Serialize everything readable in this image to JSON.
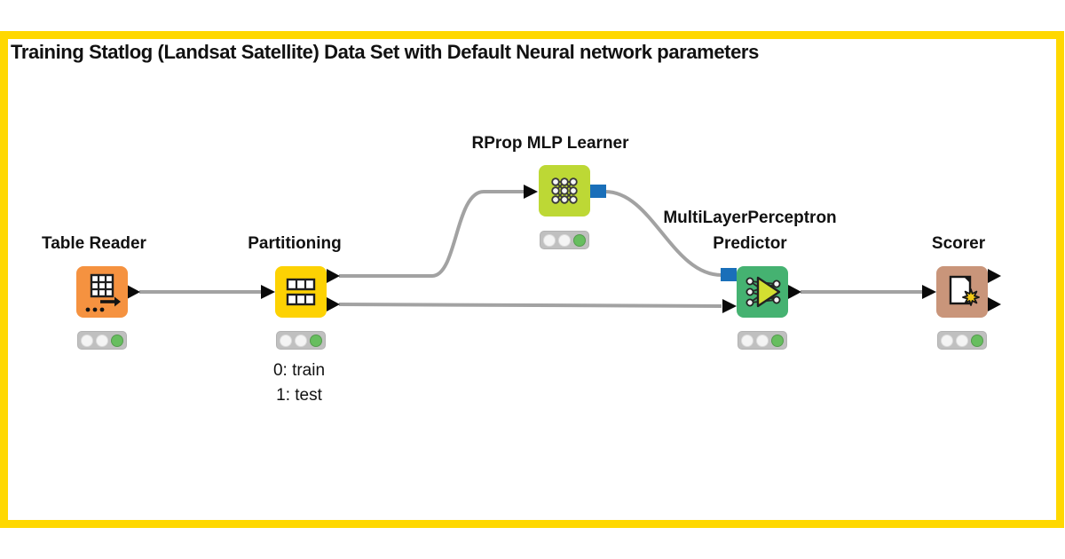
{
  "title": "Training Statlog (Landsat Satellite) Data Set with Default Neural network parameters",
  "canvas": {
    "frame_color": "#FFD800",
    "background": "#FFFFFF",
    "edge_color": "#A2A2A2",
    "data_port_color": "#0A0A0A",
    "model_port_color": "#1A6FB9"
  },
  "traffic_light": {
    "background": "#C0C0C0",
    "inactive_color": "#F4F4F4",
    "executed_color": "#67BE5F"
  },
  "nodes": [
    {
      "name": "table-reader",
      "label": "Table Reader",
      "color": "#F59240",
      "status": "executed"
    },
    {
      "name": "partitioning",
      "label": "Partitioning",
      "color": "#FDD203",
      "status": "executed",
      "annotation_lines": [
        "0: train",
        "1: test"
      ]
    },
    {
      "name": "rprop-mlp-learner",
      "label": "RProp MLP Learner",
      "color": "#BDD835",
      "status": "executed"
    },
    {
      "name": "multilayerperceptron-predictor",
      "label_line1": "MultiLayerPerceptron",
      "label_line2": "Predictor",
      "color": "#45B271",
      "status": "executed"
    },
    {
      "name": "scorer",
      "label": "Scorer",
      "color": "#C9957A",
      "status": "executed"
    }
  ]
}
